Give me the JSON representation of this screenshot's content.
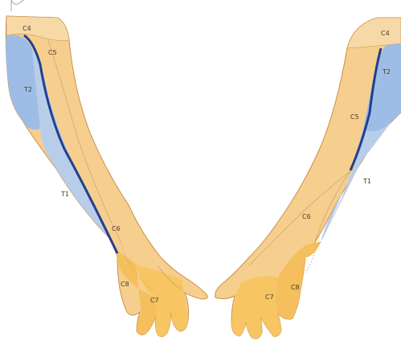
{
  "colors": {
    "background": "#ffffff",
    "c4": "#f7d9a8",
    "c5": "#f6cf8f",
    "c6": "#f3c276",
    "c7": "#f7c663",
    "c8": "#f4bf5c",
    "t1": "#b8cdea",
    "t2": "#9ebde6",
    "boundary": "#233f8c",
    "outline": "#c98f47",
    "fine_line": "#c9a36a"
  },
  "labels": {
    "left_arm": {
      "c4": "C4",
      "c5": "C5",
      "t2": "T2",
      "t1": "T1",
      "c6": "C6",
      "c8": "C8",
      "c7": "C7"
    },
    "right_arm": {
      "c4": "C4",
      "t2": "T2",
      "c5": "C5",
      "t1": "T1",
      "c6": "C6",
      "c7": "C7",
      "c8": "C8"
    }
  }
}
